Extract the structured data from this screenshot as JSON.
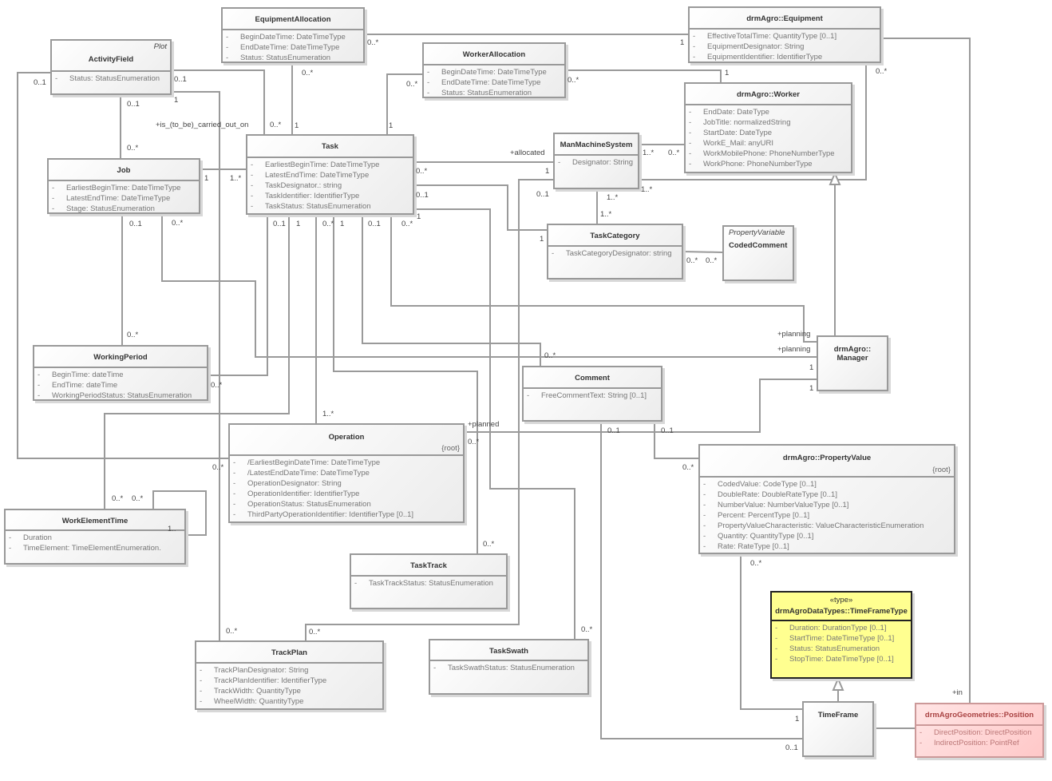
{
  "classes": [
    {
      "name": "EquipmentAllocation",
      "attributes": [
        "BeginDateTime: DateTimeType",
        "EndDateTime: DateTimeType",
        "Status: StatusEnumeration"
      ]
    },
    {
      "name": "ActivityField",
      "stereotype": "Plot",
      "attributes": [
        "Status: StatusEnumeration"
      ]
    },
    {
      "name": "WorkerAllocation",
      "attributes": [
        "BeginDateTime: DateTimeType",
        "EndDateTime: DateTimeType",
        "Status: StatusEnumeration"
      ]
    },
    {
      "name": "drmAgro::Equipment",
      "attributes": [
        "EffectiveTotalTime: QuantityType [0..1]",
        "EquipmentDesignator: String",
        "EquipmentIdentifier: IdentifierType"
      ]
    },
    {
      "name": "drmAgro::Worker",
      "attributes": [
        "EndDate: DateType",
        "JobTitle: normalizedString",
        "StartDate: DateType",
        "WorkE_Mail: anyURI",
        "WorkMobilePhone: PhoneNumberType",
        "WorkPhone: PhoneNumberType"
      ]
    },
    {
      "name": "Task",
      "attributes": [
        "EarliestBeginTime: DateTimeType",
        "LatestEndTime: DateTimeType",
        "TaskDesignator.: string",
        "TaskIdentifier: IdentifierType",
        "TaskStatus: StatusEnumeration"
      ]
    },
    {
      "name": "Job",
      "attributes": [
        "EarliestBeginTime: DateTimeType",
        "LatestEndTime: DateTimeType",
        "Stage: StatusEnumeration"
      ]
    },
    {
      "name": "ManMachineSystem",
      "attributes": [
        "Designator: String"
      ]
    },
    {
      "name": "TaskCategory",
      "attributes": [
        "TaskCategoryDesignator: string"
      ]
    },
    {
      "name": "CodedComment",
      "stereotype": "PropertyVariable",
      "attributes": []
    },
    {
      "name": "WorkingPeriod",
      "attributes": [
        "BeginTime: dateTime",
        "EndTime: dateTime",
        "WorkingPeriodStatus: StatusEnumeration"
      ]
    },
    {
      "name": "drmAgro::Manager",
      "attributes": []
    },
    {
      "name": "Comment",
      "attributes": [
        "FreeCommentText: String [0..1]"
      ]
    },
    {
      "name": "Operation",
      "constraint": "{root}",
      "attributes": [
        "/EarliestBeginDateTime: DateTimeType",
        "/LatestEndDateTime: DateTimeType",
        "OperationDesignator: String",
        "OperationIdentifier: IdentifierType",
        "OperationStatus: StatusEnumeration",
        "ThirdPartyOperationIdentifier: IdentifierType [0..1]"
      ]
    },
    {
      "name": "drmAgro::PropertyValue",
      "constraint": "{root}",
      "attributes": [
        "CodedValue: CodeType [0..1]",
        "DoubleRate: DoubleRateType [0..1]",
        "NumberValue: NumberValueType [0..1]",
        "Percent: PercentType [0..1]",
        "PropertyValueCharacteristic: ValueCharacteristicEnumeration",
        "Quantity: QuantityType [0..1]",
        "Rate: RateType [0..1]"
      ]
    },
    {
      "name": "WorkElementTime",
      "attributes": [
        "Duration",
        "TimeElement: TimeElementEnumeration."
      ]
    },
    {
      "name": "TaskTrack",
      "attributes": [
        "TaskTrackStatus: StatusEnumeration"
      ]
    },
    {
      "name": "drmAgroDataTypes::TimeFrameType",
      "stereotype": "«type»",
      "attributes": [
        "Duration: DurationType [0..1]",
        "StartTime: DateTimeType [0..1]",
        "Status: StatusEnumeration",
        "StopTime: DateTimeType [0..1]"
      ]
    },
    {
      "name": "TrackPlan",
      "attributes": [
        "TrackPlanDesignator: String",
        "TrackPlanIdentifier: IdentifierType",
        "TrackWidth: QuantityType",
        "WheelWidth: QuantityType"
      ]
    },
    {
      "name": "TaskSwath",
      "attributes": [
        "TaskSwathStatus: StatusEnumeration"
      ]
    },
    {
      "name": "TimeFrame",
      "attributes": []
    },
    {
      "name": "drmAgroGeometries::Position",
      "attributes": [
        "DirectPosition: DirectPosition",
        "IndirectPosition: PointRef"
      ]
    }
  ],
  "labels": [
    "0..*",
    "1",
    "0..1",
    "0..1",
    "1",
    "0..1",
    "+is_(to_be)_carried_out_on",
    "0..*",
    "1",
    "0..*",
    "0..*",
    "1",
    "0..*",
    "1",
    "0..*",
    "0..*",
    "1",
    "1..*",
    "+allocated",
    "0..*",
    "1",
    "0..1",
    "0..1",
    "1..*",
    "0..*",
    "1..*",
    "1..*",
    "1..*",
    "1",
    "0..*",
    "0..*",
    "0..1",
    "1",
    "0..*",
    "1",
    "0..1",
    "0..*",
    "1",
    "0..1",
    "0..*",
    "0..*",
    "+planning",
    "+planning",
    "0..*",
    "1",
    "1",
    "0..*",
    "1..*",
    "+planned",
    "0..*",
    "0..1",
    "0..1",
    "0..*",
    "0..*",
    "0..*",
    "1..",
    "0..*",
    "0..*",
    "0..*",
    "0..*",
    "0..*",
    "0..*",
    "+in",
    "1",
    "0..1"
  ],
  "colors": {
    "line": "#999999",
    "type_fill": "#ffff90",
    "position_fill": "#ffcccc"
  }
}
